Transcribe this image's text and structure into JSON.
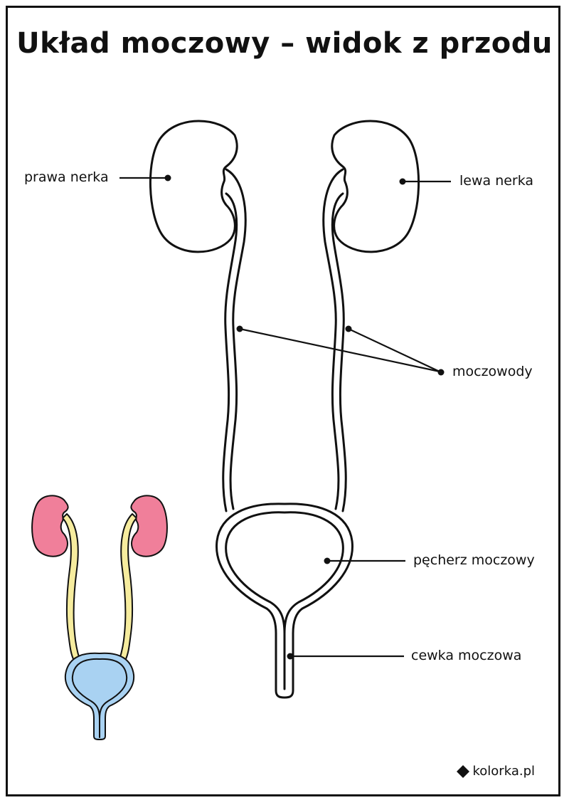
{
  "title": "Układ moczowy – widok z przodu",
  "labels": {
    "right_kidney": "prawa nerka",
    "left_kidney": "lewa nerka",
    "ureters": "moczowody",
    "bladder": "pęcherz moczowy",
    "urethra": "cewka moczowa"
  },
  "footer": {
    "icon": "diamond-icon",
    "text": "kolorka.pl"
  },
  "colors": {
    "line": "#111111",
    "kidney_fill_example": "#f07f9a",
    "ureter_fill_example": "#f6ec9e",
    "bladder_fill_example": "#a9d2f2"
  }
}
